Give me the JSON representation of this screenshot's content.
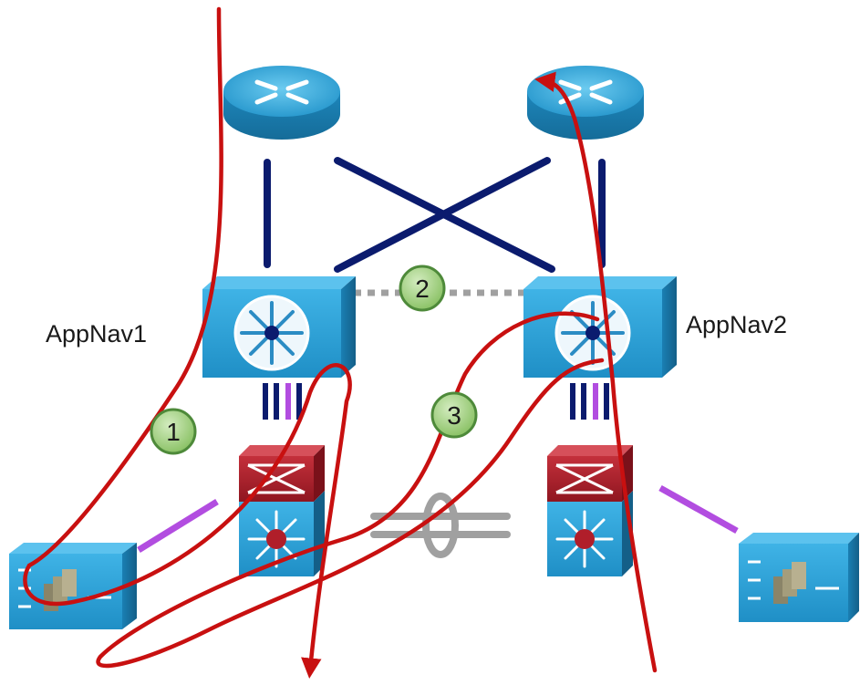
{
  "devices": {
    "appnav1": {
      "label": "AppNav1"
    },
    "appnav2": {
      "label": "AppNav2"
    }
  },
  "badges": {
    "one": "1",
    "two": "2",
    "three": "3"
  },
  "colors": {
    "router": "#29a3d8",
    "appnav": "#2aa3d8",
    "backbone_link": "#0b1b6e",
    "cluster_link": "#a0a0a0",
    "service_link": "#b24de0",
    "flow_path": "#c81010",
    "badge_fill": "#9ccc7a",
    "badge_stroke": "#4e8a3a",
    "firewall": "#b01e2a",
    "switch": "#29a3d8"
  },
  "icons": [
    "router-icon",
    "appnav-controller-icon",
    "firewall-icon",
    "multilayer-switch-icon",
    "wan-optimizer-icon",
    "channel-bundle-icon"
  ]
}
